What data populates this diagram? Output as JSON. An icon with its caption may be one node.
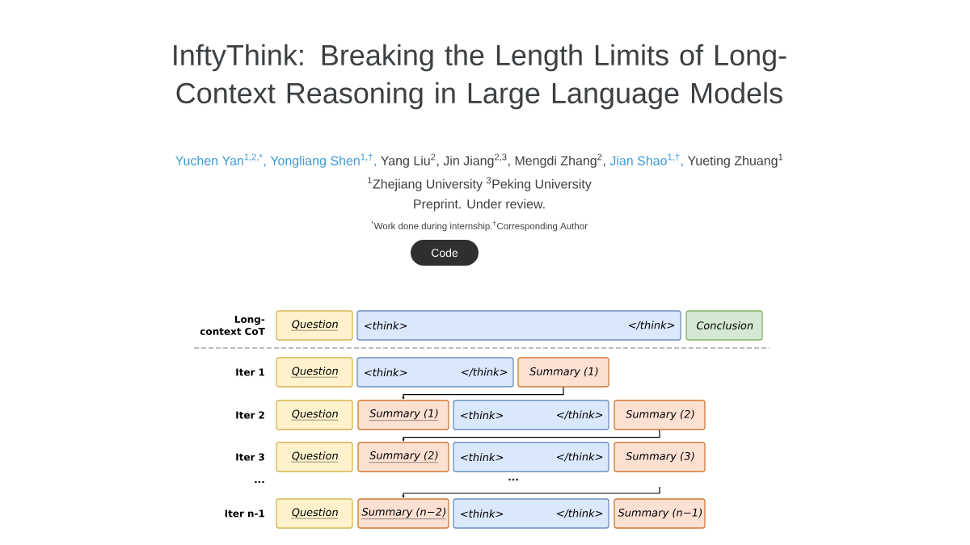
{
  "diagram": {
    "title": "InftyThink: Breaking the Length Limits of Long-Context Reasoning in Large Language Models",
    "nodes": [
      {
        "text": [
          "Question"
        ]
      },
      {
        "text": [
          "<think>",
          "</think>"
        ]
      },
      {
        "text": [
          "Conclusion"
        ]
      },
      {
        "text": [
          "Question"
        ]
      },
      {
        "text": [
          "<think>",
          "</think>"
        ]
      },
      {
        "text": [
          "Summary (1)"
        ]
      },
      {
        "text": [
          "Question"
        ]
      },
      {
        "text": [
          "Summary (1)"
        ]
      },
      {
        "text": [
          "<think>",
          "</think>"
        ]
      },
      {
        "text": [
          "Summary (2)"
        ]
      },
      {
        "text": [
          "Question"
        ]
      },
      {
        "text": [
          "Summary (2)"
        ]
      },
      {
        "text": [
          "<think>",
          "</think>"
        ]
      },
      {
        "text": [
          "Summary (3)"
        ]
      },
      {
        "text": [
          "Question"
        ]
      },
      {
        "text": [
          "Summary (n−2)"
        ]
      },
      {
        "text": [
          "<think>",
          "</think>"
        ]
      },
      {
        "text": [
          "Summary (n−1)"
        ]
      }
    ],
    "edges": [
      {
        "from": 5,
        "to": 7,
        "arrow": "to"
      },
      {
        "from": 9,
        "to": 11,
        "arrow": "to"
      },
      {
        "from": null,
        "to": 15,
        "arrow": "to"
      }
    ],
    "labels": [
      "Yuchen Yan$^{1,2,*}$,",
      "Yongliang Shen$^{1,†}$,",
      "Yang Liu$^{2}$,",
      "Jin Jiang$^{2,3}$,",
      "Mengdi Zhang$^{2}$,",
      "Jian Shao$^{1,†}$,",
      "Yueting Zhuang$^{1}$",
      "$^{1}$Zhejiang University $^{3}$Peking University",
      "Preprint. Under review.",
      "$^{*}$Work done during internship.$^{†}$Corresponding Author",
      "Code",
      "Long-context CoT",
      "Iter 1",
      "Iter 2",
      "Iter 3",
      "...",
      "...",
      "Iter n-1"
    ]
  }
}
